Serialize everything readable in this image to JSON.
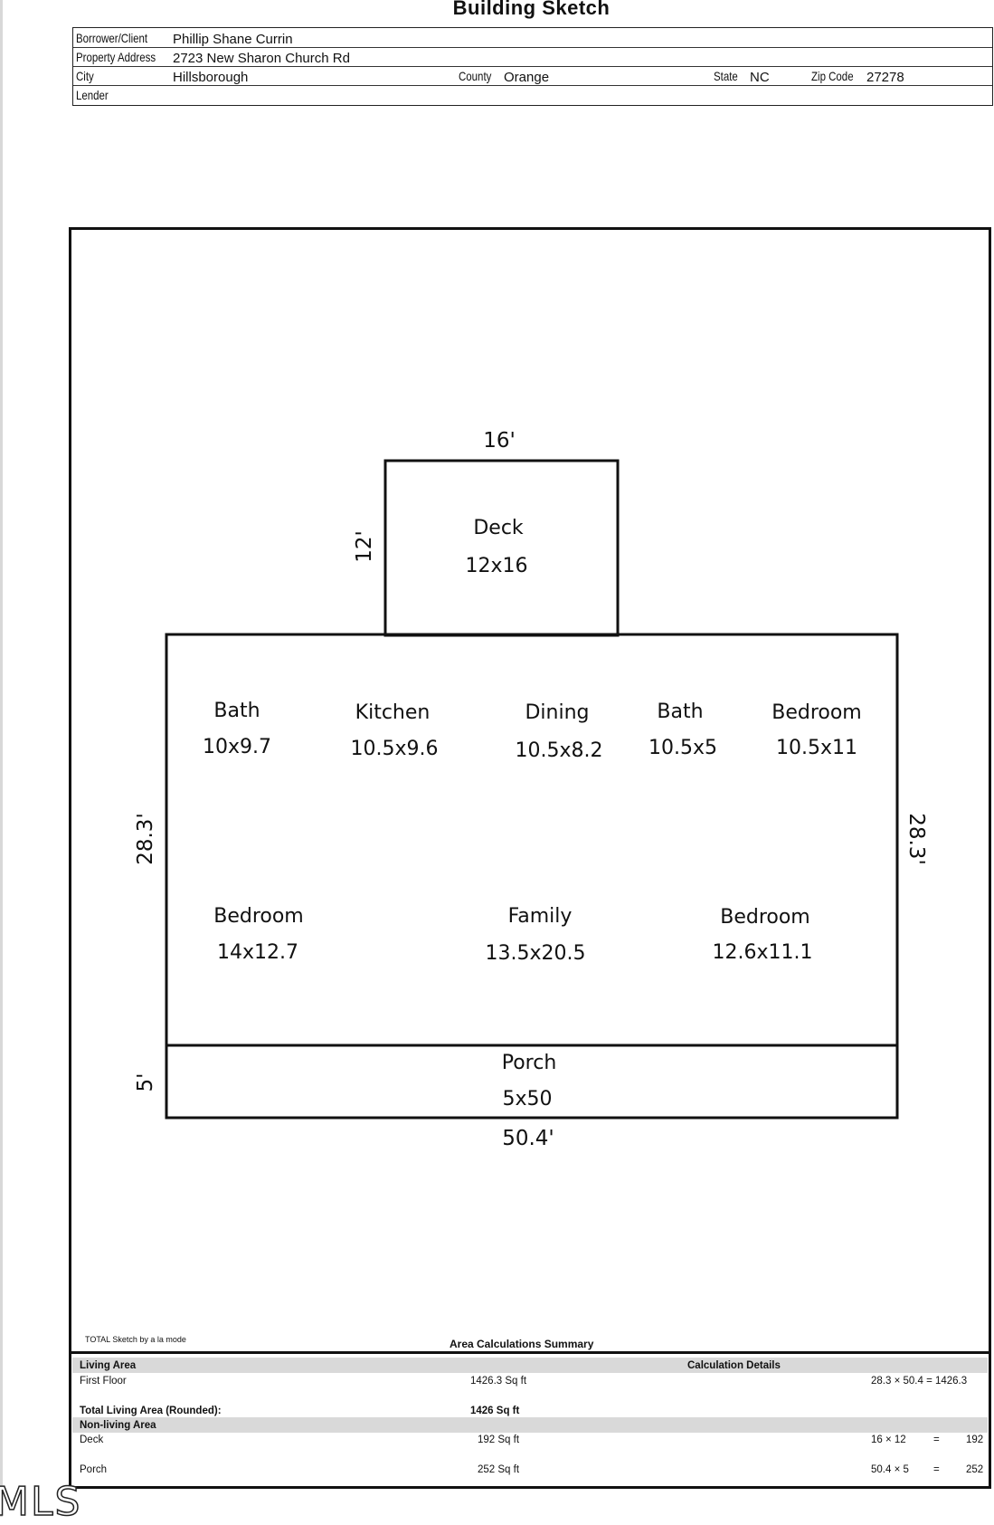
{
  "title": "Building Sketch",
  "header": {
    "borrower_label": "Borrower/Client",
    "borrower_value": "Phillip Shane Currin",
    "address_label": "Property Address",
    "address_value": "2723 New Sharon Church Rd",
    "city_label": "City",
    "city_value": "Hillsborough",
    "county_label": "County",
    "county_value": "Orange",
    "state_label": "State",
    "state_value": "NC",
    "zip_label": "Zip Code",
    "zip_value": "27278",
    "lender_label": "Lender",
    "lender_value": ""
  },
  "sketch": {
    "deck": {
      "name": "Deck",
      "size": "12x16",
      "top_dim": "16'",
      "side_dim": "12'"
    },
    "rooms": [
      {
        "name": "Bath",
        "size": "10x9.7"
      },
      {
        "name": "Kitchen",
        "size": "10.5x9.6"
      },
      {
        "name": "Dining",
        "size": "10.5x8.2"
      },
      {
        "name": "Bath",
        "size": "10.5x5"
      },
      {
        "name": "Bedroom",
        "size": "10.5x11"
      },
      {
        "name": "Bedroom",
        "size": "14x12.7"
      },
      {
        "name": "Family",
        "size": "13.5x20.5"
      },
      {
        "name": "Bedroom",
        "size": "12.6x11.1"
      }
    ],
    "left_dim": "28.3'",
    "right_dim": "28.3'",
    "porch": {
      "name": "Porch",
      "size": "5x50",
      "side_dim": "5'"
    },
    "bottom_dim": "50.4'"
  },
  "footer": {
    "software": "TOTAL Sketch by a la mode",
    "summary_title": "Area Calculations Summary",
    "living_area_label": "Living Area",
    "calc_details_label": "Calculation Details",
    "first_floor_label": "First Floor",
    "first_floor_value": "1426.3 Sq ft",
    "first_floor_calc": "28.3 × 50.4 = 1426.3",
    "total_label": "Total Living Area (Rounded):",
    "total_value": "1426 Sq ft",
    "nonliving_label": "Non-living Area",
    "deck_label": "Deck",
    "deck_value": "192 Sq ft",
    "deck_calc": "16 × 12",
    "deck_eq": "=",
    "deck_result": "192",
    "porch_label": "Porch",
    "porch_value": "252 Sq ft",
    "porch_calc": "50.4 × 5",
    "porch_eq": "=",
    "porch_result": "252"
  },
  "watermark": "MLS"
}
